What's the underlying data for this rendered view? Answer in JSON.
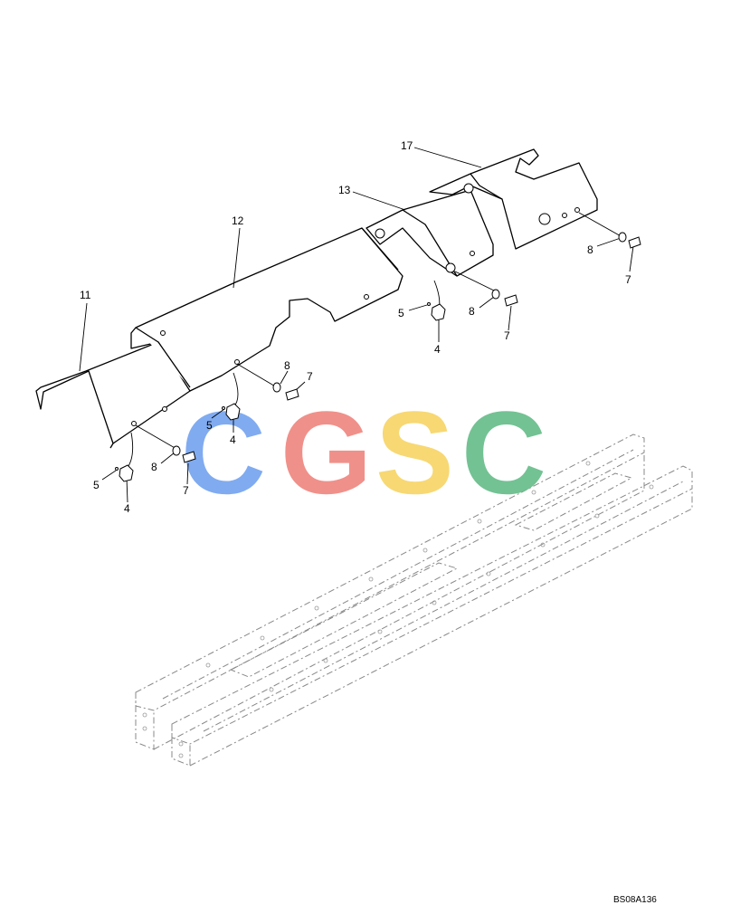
{
  "callouts": {
    "p17": "17",
    "p13": "13",
    "p12": "12",
    "p11": "11",
    "p8a": "8",
    "p7a": "7",
    "p5a": "5",
    "p4a": "4",
    "p8b": "8",
    "p7b": "7",
    "p8c": "8",
    "p7c": "7",
    "p5b": "5",
    "p4b": "4",
    "p8d": "8",
    "p7d": "7",
    "p5c": "5",
    "p4c": "4"
  },
  "watermark": {
    "letters": [
      "C",
      "G",
      "S",
      "C"
    ],
    "colors": [
      "#7aa7f0",
      "#f08b84",
      "#f7d66c",
      "#6cbf8e"
    ]
  },
  "reference_code": "BS08A136"
}
